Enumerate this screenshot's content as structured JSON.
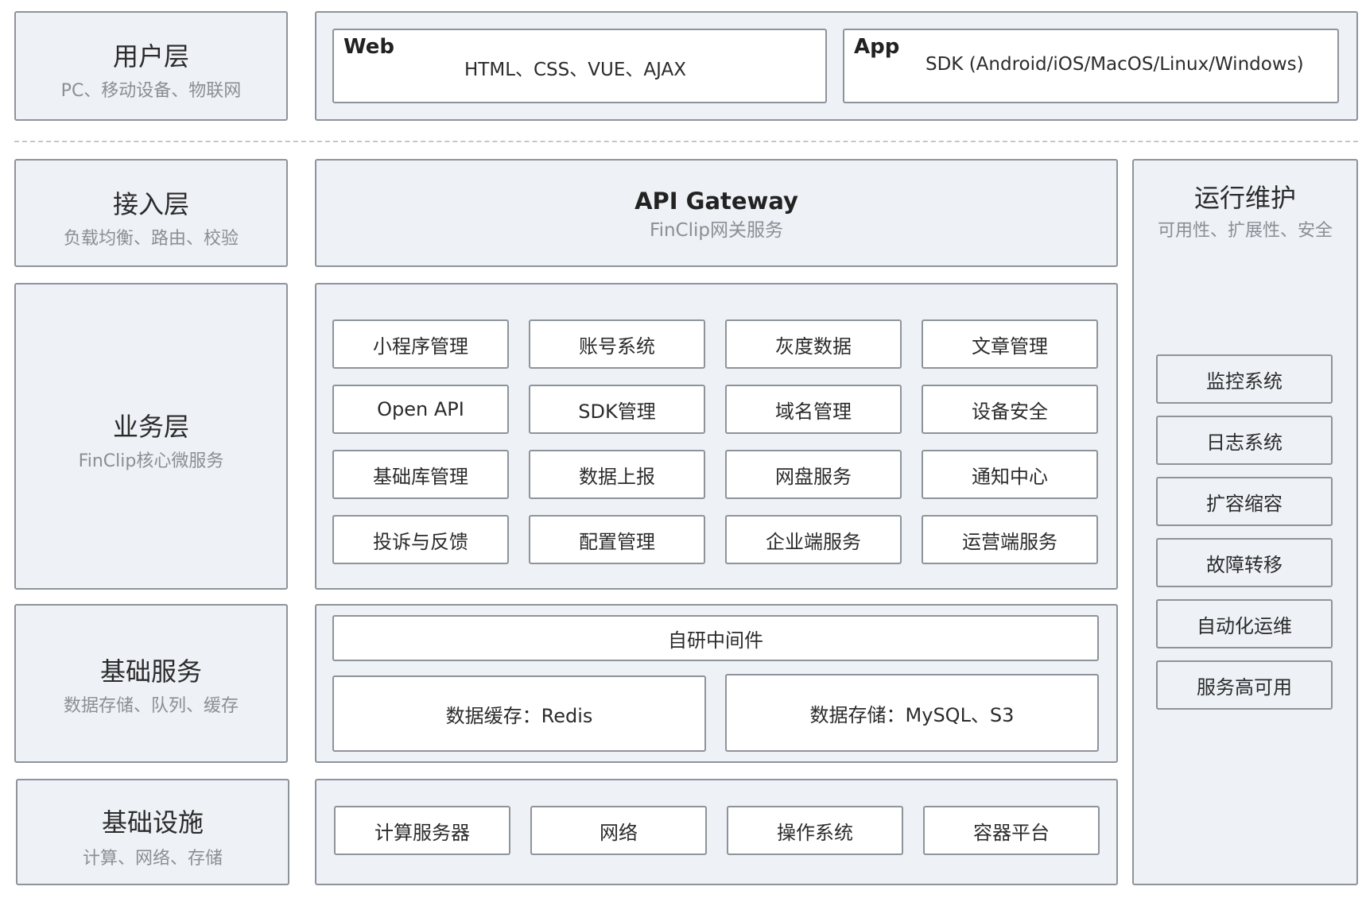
{
  "layers": {
    "user": {
      "title": "用户层",
      "subtitle": "PC、移动设备、物联网"
    },
    "access": {
      "title": "接入层",
      "subtitle": "负载均衡、路由、校验"
    },
    "business": {
      "title": "业务层",
      "subtitle": "FinClip核心微服务"
    },
    "base_service": {
      "title": "基础服务",
      "subtitle": "数据存储、队列、缓存"
    },
    "infra": {
      "title": "基础设施",
      "subtitle": "计算、网络、存储"
    }
  },
  "clients": {
    "web": {
      "name": "Web",
      "tech": "HTML、CSS、VUE、AJAX"
    },
    "app": {
      "name": "App",
      "tech": "SDK (Android/iOS/MacOS/Linux/Windows)"
    }
  },
  "gateway": {
    "title": "API Gateway",
    "subtitle": "FinClip网关服务"
  },
  "business_services": [
    "小程序管理",
    "账号系统",
    "灰度数据",
    "文章管理",
    "Open API",
    "SDK管理",
    "域名管理",
    "设备安全",
    "基础库管理",
    "数据上报",
    "网盘服务",
    "通知中心",
    "投诉与反馈",
    "配置管理",
    "企业端服务",
    "运营端服务"
  ],
  "base_services": {
    "middleware": "自研中间件",
    "cache": "数据缓存：Redis",
    "storage": "数据存储：MySQL、S3"
  },
  "infra_items": [
    "计算服务器",
    "网络",
    "操作系统",
    "容器平台"
  ],
  "ops": {
    "title": "运行维护",
    "subtitle": "可用性、扩展性、安全",
    "items": [
      "监控系统",
      "日志系统",
      "扩容缩容",
      "故障转移",
      "自动化运维",
      "服务高可用"
    ]
  }
}
